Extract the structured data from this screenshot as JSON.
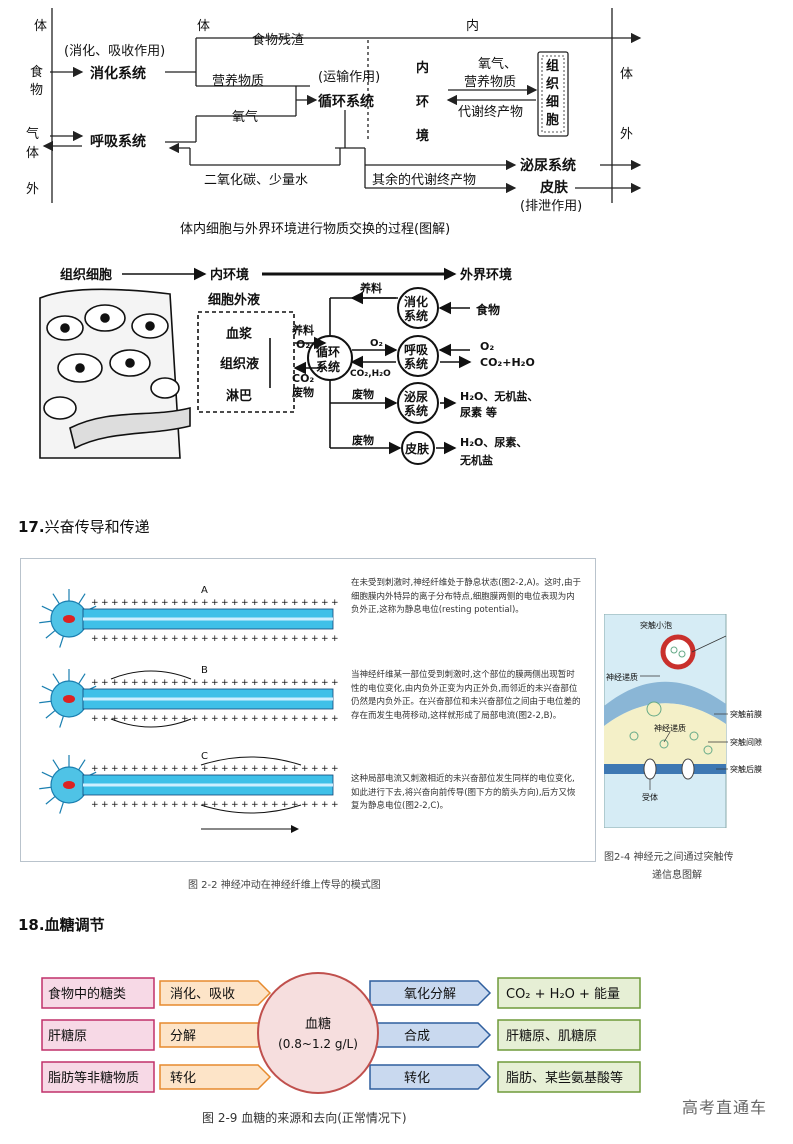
{
  "fig1": {
    "left_labels": [
      "体",
      "食",
      "物",
      "气",
      "体",
      "外"
    ],
    "right_labels": [
      "体",
      "外"
    ],
    "ti_top": "体",
    "nei_top": "内",
    "digest_note": "(消化、吸收作用)",
    "digest_system": "消化系统",
    "resp_system": "呼吸系统",
    "food_residue": "食物残渣",
    "nutrients": "营养物质",
    "transport_note": "(运输作用)",
    "circ_system": "循环系统",
    "oxygen": "氧气",
    "co2_water": "二氧化碳、少量水",
    "other_waste": "其余的代谢终产物",
    "internal_env": [
      "内",
      "环",
      "境"
    ],
    "oxy_nutr_1": "氧气、",
    "oxy_nutr_2": "营养物质",
    "metabolic_end": "代谢终产物",
    "tissue_cell": [
      "组",
      "织",
      "细",
      "胞"
    ],
    "urinary": "泌尿系统",
    "skin": "皮肤",
    "excretion_note": "(排泄作用)",
    "caption": "体内细胞与外界环境进行物质交换的过程(图解)"
  },
  "fig2": {
    "tissue_cells": "组织细胞",
    "inner_env": "内环境",
    "outer_env": "外界环境",
    "extracellular": "细胞外液",
    "plasma": "血浆",
    "tissue_fluid": "组织液",
    "lymph": "淋巴",
    "nutrient_1": "养料",
    "nutrient_2": "养料",
    "o2_left": "O₂",
    "co2_left": "CO₂",
    "waste_left": "废物",
    "circ": [
      "循环",
      "系统"
    ],
    "digest": [
      "消化",
      "系统"
    ],
    "resp": [
      "呼吸",
      "系统"
    ],
    "urin": [
      "泌尿",
      "系统"
    ],
    "skin": "皮肤",
    "food": "食物",
    "o2_mid": "O₂",
    "co2h2o_mid": "CO₂,H₂O",
    "o2_right": "O₂",
    "co2h2o_right": "CO₂+H₂O",
    "waste_1": "废物",
    "waste_2": "废物",
    "urin_out_1": "H₂O、无机盐、",
    "urin_out_2": "尿素 等",
    "skin_out_1": "H₂O、尿素、",
    "skin_out_2": "无机盐"
  },
  "section17": {
    "number": "17.",
    "title": "兴奋传导和传递"
  },
  "fig3": {
    "labels": [
      "A",
      "B",
      "C"
    ],
    "para_a": "在未受到刺激时,神经纤维处于静息状态(图2-2,A)。这时,由于细胞膜内外特异的离子分布特点,细胞膜两侧的电位表现为内负外正,这称为静息电位(resting potential)。",
    "para_b": "当神经纤维某一部位受到刺激时,这个部位的膜两侧出现暂时性的电位变化,由内负外正变为内正外负,而邻近的未兴奋部位仍然是内负外正。在兴奋部位和未兴奋部位之间由于电位差的存在而发生电荷移动,这样就形成了局部电流(图2-2,B)。",
    "para_c": "这种局部电流又刺激相近的未兴奋部位发生同样的电位变化,如此进行下去,将兴奋向前传导(图下方的箭头方向),后方又恢复为静息电位(图2-2,C)。",
    "caption": "图 2-2   神经冲动在神经纤维上传导的模式图"
  },
  "fig4": {
    "vesicle": "突触小泡",
    "neurotransmitter_1": "神经递质",
    "presynaptic": "突触前膜",
    "cleft": "突触间隙",
    "neurotransmitter_2": "神经递质",
    "postsynaptic": "突触后膜",
    "receptor": "受体",
    "caption_1": "图2-4   神经元之间通过突触传",
    "caption_2": "递信息图解"
  },
  "section18": {
    "number": "18.",
    "title": "血糖调节"
  },
  "fig5": {
    "sources": [
      "食物中的糖类",
      "肝糖原",
      "脂肪等非糖物质"
    ],
    "source_actions": [
      "消化、吸收",
      "分解",
      "转化"
    ],
    "center_title": "血糖",
    "center_range": "(0.8~1.2 g/L)",
    "sink_actions": [
      "氧化分解",
      "合成",
      "转化"
    ],
    "sinks": [
      "CO₂ + H₂O + 能量",
      "肝糖原、肌糖原",
      "脂肪、某些氨基酸等"
    ],
    "caption": "图 2-9   血糖的来源和去向(正常情况下)",
    "colors": {
      "pink_fill": "#f7d9e6",
      "pink_border": "#c0306a",
      "orange_fill": "#fde4c8",
      "orange_border": "#e68a2e",
      "blue_fill": "#c9d9ef",
      "blue_border": "#2f5f9e",
      "green_fill": "#e6efd5",
      "green_border": "#6f9a3a",
      "circle_fill": "#f6dede",
      "circle_border": "#c0504d"
    }
  },
  "watermark": "高考直通车"
}
